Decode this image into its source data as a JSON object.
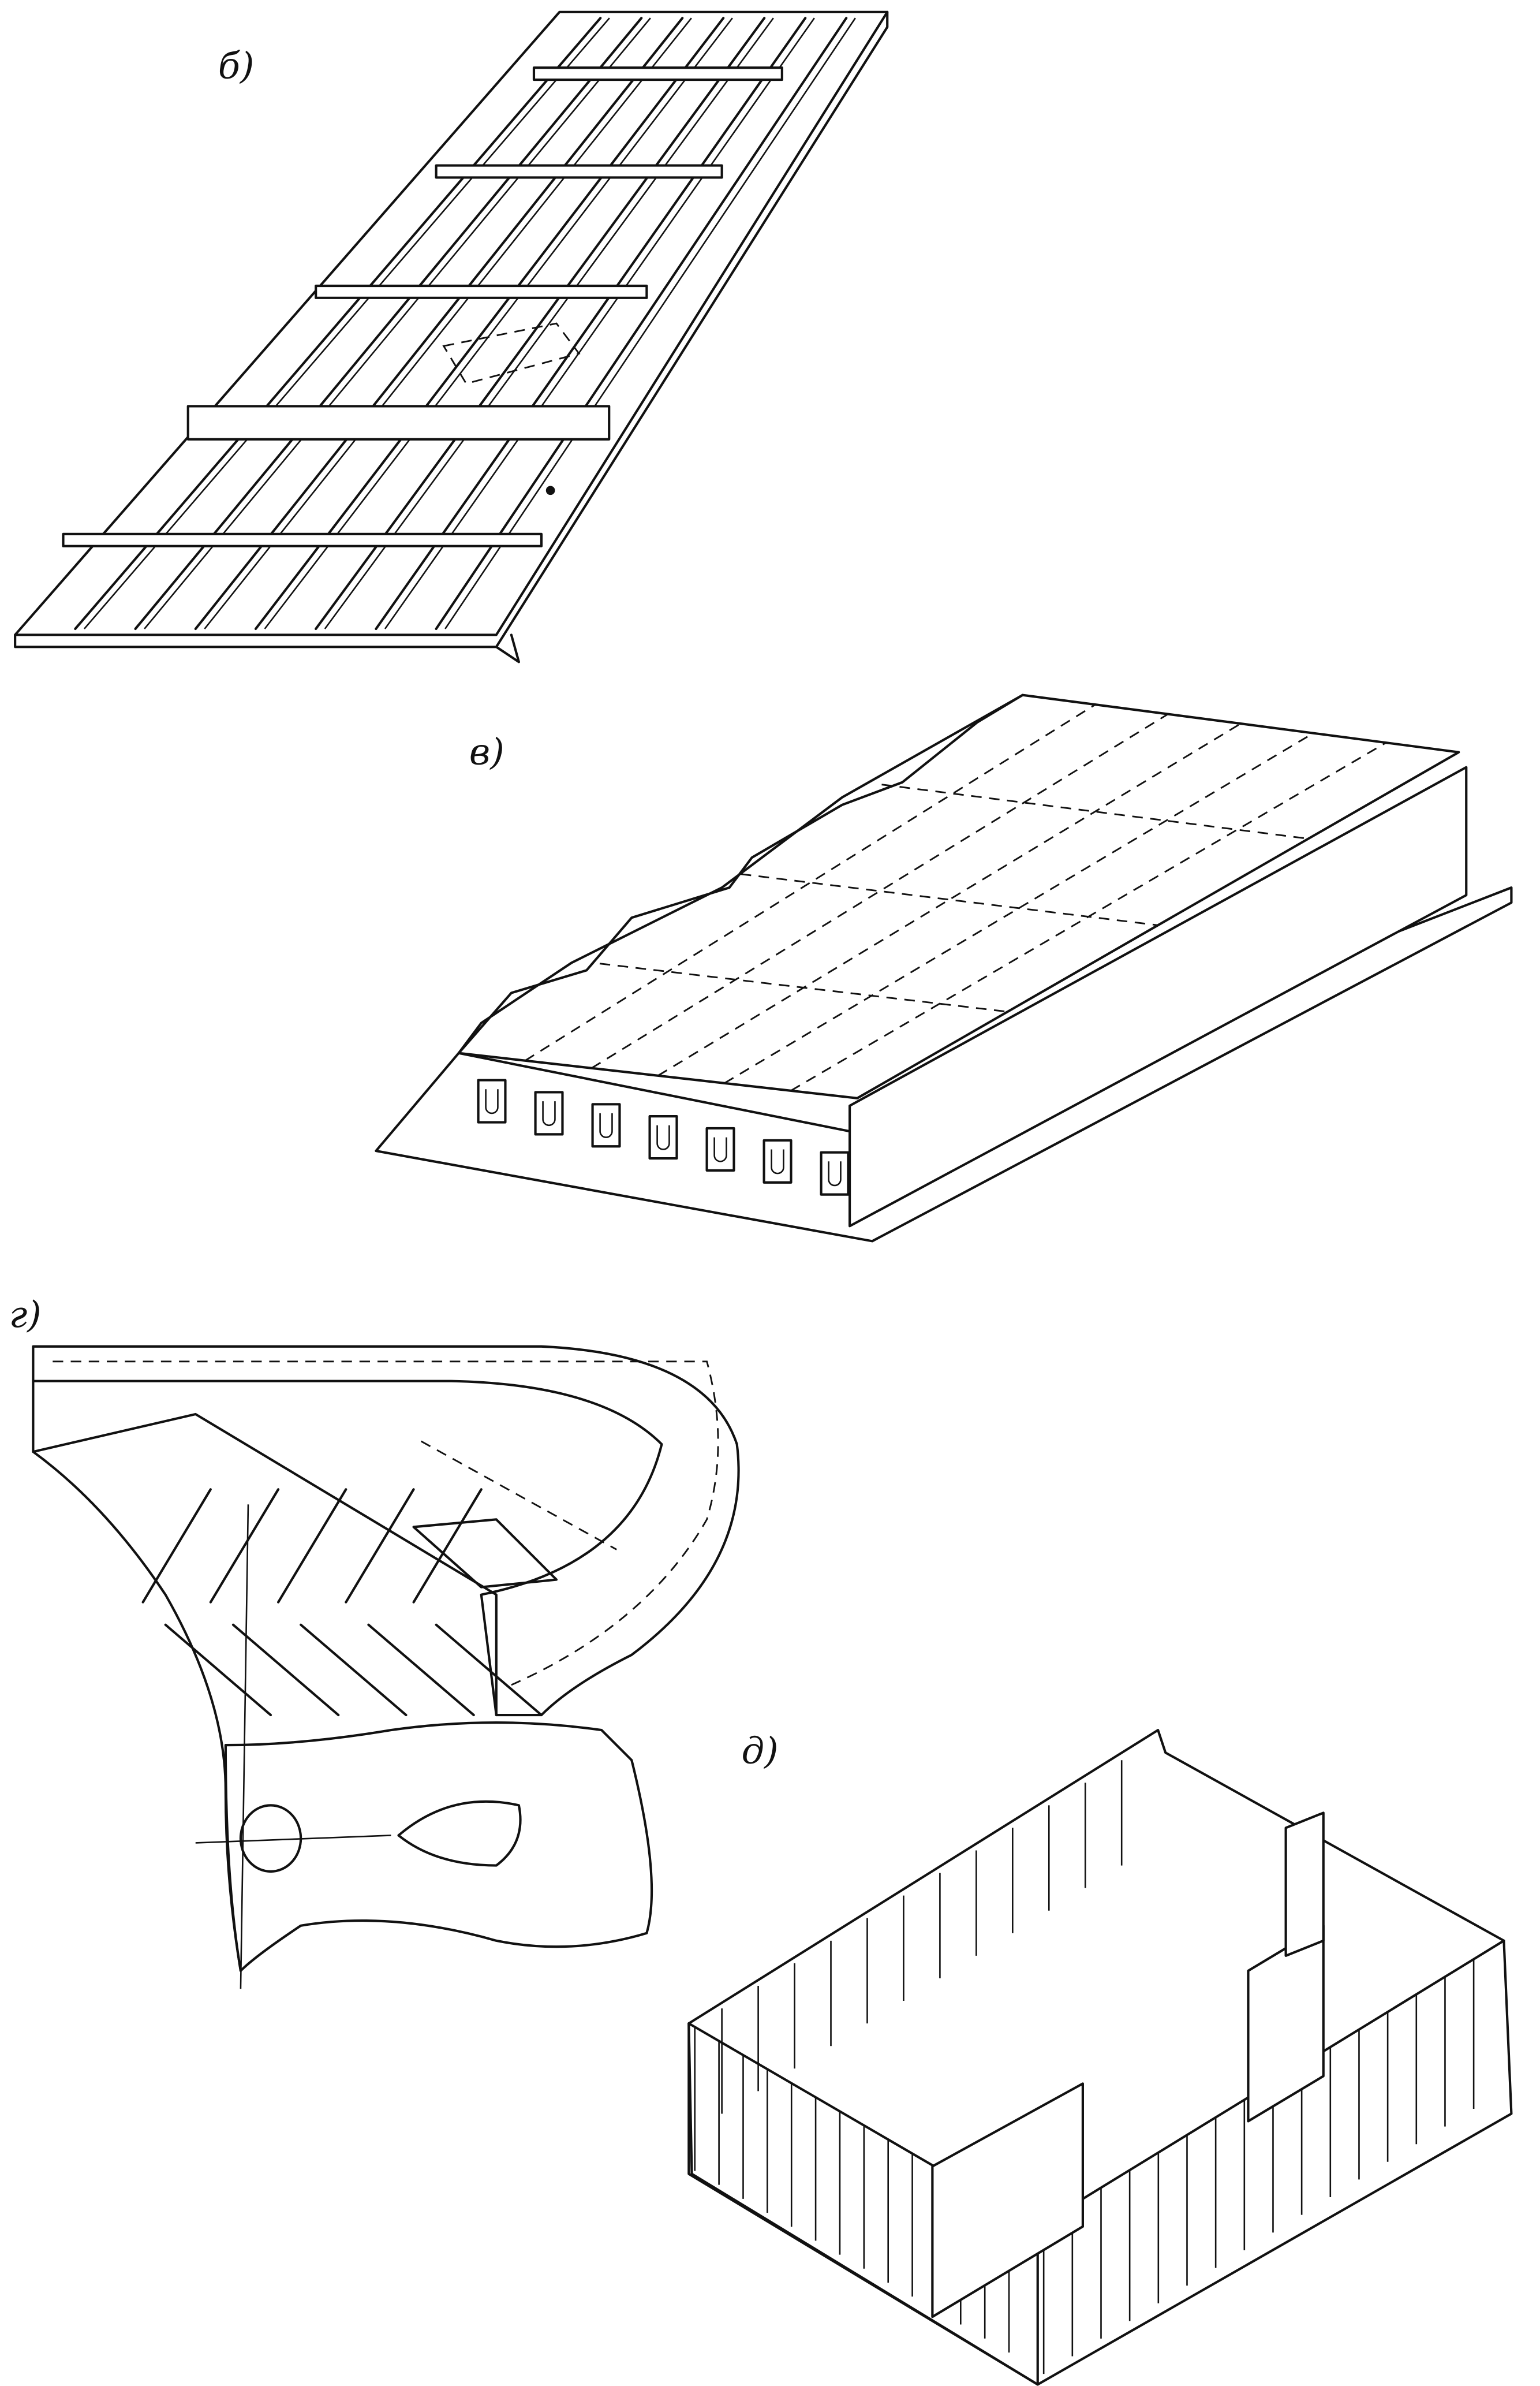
{
  "figure": {
    "panels": [
      {
        "id": "b",
        "label": "б)"
      },
      {
        "id": "v",
        "label": "в)"
      },
      {
        "id": "g",
        "label": "г)"
      },
      {
        "id": "d",
        "label": "д)"
      }
    ]
  }
}
